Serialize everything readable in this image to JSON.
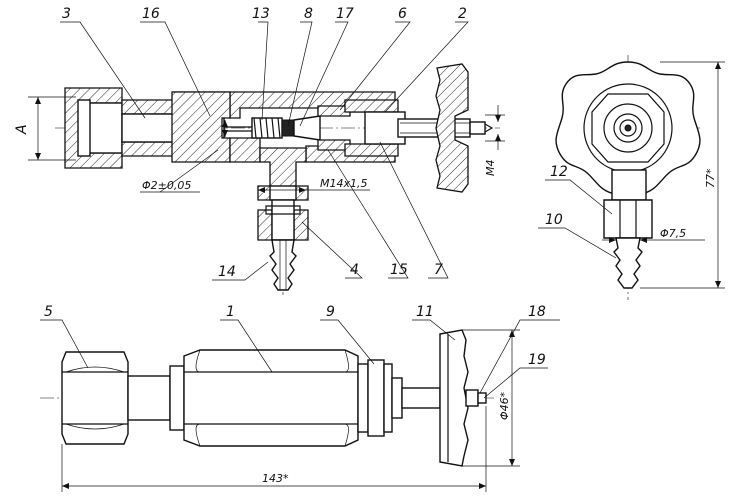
{
  "callouts": {
    "c1": "1",
    "c2": "2",
    "c3": "3",
    "c4": "4",
    "c5": "5",
    "c6": "6",
    "c7": "7",
    "c8": "8",
    "c9": "9",
    "c10": "10",
    "c11": "11",
    "c12": "12",
    "c13": "13",
    "c14": "14",
    "c15": "15",
    "c16": "16",
    "c17": "17",
    "c18": "18",
    "c19": "19"
  },
  "dimensions": {
    "a": "A",
    "bore": "Φ2±0,05",
    "thread": "M14x1,5",
    "m4": "M4",
    "height": "77*",
    "nipple": "Φ7,5",
    "handwheel": "Φ46*",
    "length": "143*"
  }
}
